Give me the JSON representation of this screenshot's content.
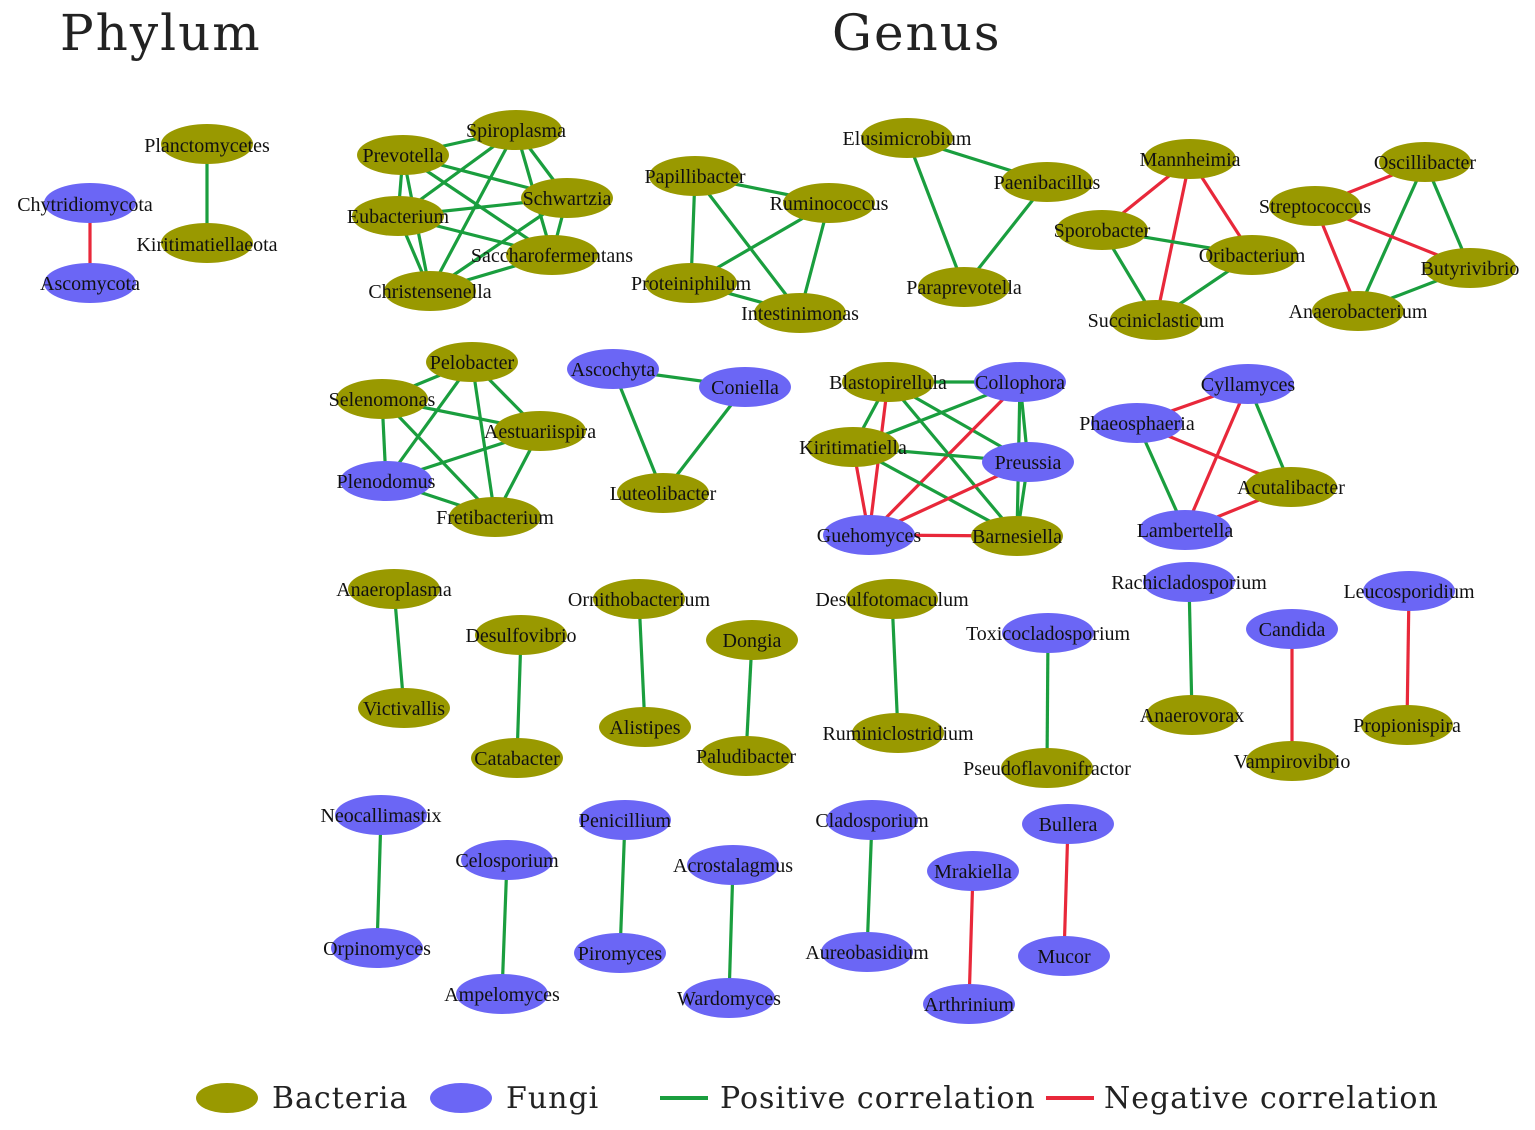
{
  "colors": {
    "bacteria": "#999900",
    "fungi": "#6b66f5",
    "positive": "#1a9e3e",
    "negative": "#e8283a"
  },
  "titles": {
    "phylum": "Phylum",
    "genus": "Genus"
  },
  "legend": [
    {
      "label": "Bacteria",
      "kind": "node",
      "type": "bacteria"
    },
    {
      "label": "Fungi",
      "kind": "node",
      "type": "fungi"
    },
    {
      "label": "Positive correlation",
      "kind": "edge",
      "sign": "positive"
    },
    {
      "label": "Negative correlation",
      "kind": "edge",
      "sign": "negative"
    }
  ],
  "nodes": [
    {
      "id": "chytridiomycota",
      "label": "Chytridiomycota",
      "type": "fungi"
    },
    {
      "id": "ascomycota",
      "label": "Ascomycota",
      "type": "fungi"
    },
    {
      "id": "planctomycetes",
      "label": "Planctomycetes",
      "type": "bacteria"
    },
    {
      "id": "kiritimatiellaeota",
      "label": "Kiritimatiellaeota",
      "type": "bacteria"
    },
    {
      "id": "prevotella",
      "label": "Prevotella",
      "type": "bacteria"
    },
    {
      "id": "spiroplasma",
      "label": "Spiroplasma",
      "type": "bacteria"
    },
    {
      "id": "eubacterium",
      "label": "Eubacterium",
      "type": "bacteria"
    },
    {
      "id": "schwartzia",
      "label": "Schwartzia",
      "type": "bacteria"
    },
    {
      "id": "saccharofermentans",
      "label": "Saccharofermentans",
      "type": "bacteria"
    },
    {
      "id": "christensenella",
      "label": "Christensenella",
      "type": "bacteria"
    },
    {
      "id": "papillibacter",
      "label": "Papillibacter",
      "type": "bacteria"
    },
    {
      "id": "ruminococcus",
      "label": "Ruminococcus",
      "type": "bacteria"
    },
    {
      "id": "proteiniphilum",
      "label": "Proteiniphilum",
      "type": "bacteria"
    },
    {
      "id": "intestinimonas",
      "label": "Intestinimonas",
      "type": "bacteria"
    },
    {
      "id": "elusimicrobium",
      "label": "Elusimicrobium",
      "type": "bacteria"
    },
    {
      "id": "paenibacillus",
      "label": "Paenibacillus",
      "type": "bacteria"
    },
    {
      "id": "paraprevotella",
      "label": "Paraprevotella",
      "type": "bacteria"
    },
    {
      "id": "mannheimia",
      "label": "Mannheimia",
      "type": "bacteria"
    },
    {
      "id": "sporobacter",
      "label": "Sporobacter",
      "type": "bacteria"
    },
    {
      "id": "oribacterium",
      "label": "Oribacterium",
      "type": "bacteria"
    },
    {
      "id": "succiniclasticum",
      "label": "Succiniclasticum",
      "type": "bacteria"
    },
    {
      "id": "oscillibacter",
      "label": "Oscillibacter",
      "type": "bacteria"
    },
    {
      "id": "streptococcus",
      "label": "Streptococcus",
      "type": "bacteria"
    },
    {
      "id": "butyrivibrio",
      "label": "Butyrivibrio",
      "type": "bacteria"
    },
    {
      "id": "anaerobacterium",
      "label": "Anaerobacterium",
      "type": "bacteria"
    },
    {
      "id": "pelobacter",
      "label": "Pelobacter",
      "type": "bacteria"
    },
    {
      "id": "selenomonas",
      "label": "Selenomonas",
      "type": "bacteria"
    },
    {
      "id": "aestuariispira",
      "label": "Aestuariispira",
      "type": "bacteria"
    },
    {
      "id": "plenodomus",
      "label": "Plenodomus",
      "type": "fungi"
    },
    {
      "id": "fretibacterium",
      "label": "Fretibacterium",
      "type": "bacteria"
    },
    {
      "id": "ascochyta",
      "label": "Ascochyta",
      "type": "fungi"
    },
    {
      "id": "coniella",
      "label": "Coniella",
      "type": "fungi"
    },
    {
      "id": "luteolibacter",
      "label": "Luteolibacter",
      "type": "bacteria"
    },
    {
      "id": "blastopirellula",
      "label": "Blastopirellula",
      "type": "bacteria"
    },
    {
      "id": "collophora",
      "label": "Collophora",
      "type": "fungi"
    },
    {
      "id": "kiritimatiella",
      "label": "Kiritimatiella",
      "type": "bacteria"
    },
    {
      "id": "preussia",
      "label": "Preussia",
      "type": "fungi"
    },
    {
      "id": "guehomyces",
      "label": "Guehomyces",
      "type": "fungi"
    },
    {
      "id": "barnesiella",
      "label": "Barnesiella",
      "type": "bacteria"
    },
    {
      "id": "cyllamyces",
      "label": "Cyllamyces",
      "type": "fungi"
    },
    {
      "id": "phaeosphaeria",
      "label": "Phaeosphaeria",
      "type": "fungi"
    },
    {
      "id": "acutalibacter",
      "label": "Acutalibacter",
      "type": "bacteria"
    },
    {
      "id": "lambertella",
      "label": "Lambertella",
      "type": "fungi"
    },
    {
      "id": "anaeroplasma",
      "label": "Anaeroplasma",
      "type": "bacteria"
    },
    {
      "id": "victivallis",
      "label": "Victivallis",
      "type": "bacteria"
    },
    {
      "id": "desulfovibrio",
      "label": "Desulfovibrio",
      "type": "bacteria"
    },
    {
      "id": "catabacter",
      "label": "Catabacter",
      "type": "bacteria"
    },
    {
      "id": "ornithobacterium",
      "label": "Ornithobacterium",
      "type": "bacteria"
    },
    {
      "id": "alistipes",
      "label": "Alistipes",
      "type": "bacteria"
    },
    {
      "id": "dongia",
      "label": "Dongia",
      "type": "bacteria"
    },
    {
      "id": "paludibacter",
      "label": "Paludibacter",
      "type": "bacteria"
    },
    {
      "id": "desulfotomaculum",
      "label": "Desulfotomaculum",
      "type": "bacteria"
    },
    {
      "id": "ruminiclostridium",
      "label": "Ruminiclostridium",
      "type": "bacteria"
    },
    {
      "id": "toxicocladosporium",
      "label": "Toxicocladosporium",
      "type": "fungi"
    },
    {
      "id": "pseudoflavonifractor",
      "label": "Pseudoflavonifractor",
      "type": "bacteria"
    },
    {
      "id": "rachicladosporium",
      "label": "Rachicladosporium",
      "type": "fungi"
    },
    {
      "id": "anaerovorax",
      "label": "Anaerovorax",
      "type": "bacteria"
    },
    {
      "id": "candida",
      "label": "Candida",
      "type": "fungi"
    },
    {
      "id": "vampirovibrio",
      "label": "Vampirovibrio",
      "type": "bacteria"
    },
    {
      "id": "leucosporidium",
      "label": "Leucosporidium",
      "type": "fungi"
    },
    {
      "id": "propionispira",
      "label": "Propionispira",
      "type": "bacteria"
    },
    {
      "id": "neocallimastix",
      "label": "Neocallimastix",
      "type": "fungi"
    },
    {
      "id": "orpinomyces",
      "label": "Orpinomyces",
      "type": "fungi"
    },
    {
      "id": "celosporium",
      "label": "Celosporium",
      "type": "fungi"
    },
    {
      "id": "ampelomyces",
      "label": "Ampelomyces",
      "type": "fungi"
    },
    {
      "id": "penicillium",
      "label": "Penicillium",
      "type": "fungi"
    },
    {
      "id": "piromyces",
      "label": "Piromyces",
      "type": "fungi"
    },
    {
      "id": "acrostalagmus",
      "label": "Acrostalagmus",
      "type": "fungi"
    },
    {
      "id": "wardomyces",
      "label": "Wardomyces",
      "type": "fungi"
    },
    {
      "id": "cladosporium",
      "label": "Cladosporium",
      "type": "fungi"
    },
    {
      "id": "aureobasidium",
      "label": "Aureobasidium",
      "type": "fungi"
    },
    {
      "id": "mrakiella",
      "label": "Mrakiella",
      "type": "fungi"
    },
    {
      "id": "arthrinium",
      "label": "Arthrinium",
      "type": "fungi"
    },
    {
      "id": "bullera",
      "label": "Bullera",
      "type": "fungi"
    },
    {
      "id": "mucor",
      "label": "Mucor",
      "type": "fungi"
    }
  ],
  "edges": [
    [
      "chytridiomycota",
      "ascomycota",
      "negative"
    ],
    [
      "planctomycetes",
      "kiritimatiellaeota",
      "positive"
    ],
    [
      "prevotella",
      "spiroplasma",
      "positive"
    ],
    [
      "prevotella",
      "eubacterium",
      "positive"
    ],
    [
      "prevotella",
      "schwartzia",
      "positive"
    ],
    [
      "prevotella",
      "saccharofermentans",
      "positive"
    ],
    [
      "prevotella",
      "christensenella",
      "positive"
    ],
    [
      "spiroplasma",
      "eubacterium",
      "positive"
    ],
    [
      "spiroplasma",
      "schwartzia",
      "positive"
    ],
    [
      "spiroplasma",
      "saccharofermentans",
      "positive"
    ],
    [
      "spiroplasma",
      "christensenella",
      "positive"
    ],
    [
      "eubacterium",
      "schwartzia",
      "positive"
    ],
    [
      "eubacterium",
      "saccharofermentans",
      "positive"
    ],
    [
      "eubacterium",
      "christensenella",
      "positive"
    ],
    [
      "schwartzia",
      "saccharofermentans",
      "positive"
    ],
    [
      "schwartzia",
      "christensenella",
      "positive"
    ],
    [
      "saccharofermentans",
      "christensenella",
      "positive"
    ],
    [
      "papillibacter",
      "ruminococcus",
      "positive"
    ],
    [
      "papillibacter",
      "proteiniphilum",
      "positive"
    ],
    [
      "papillibacter",
      "intestinimonas",
      "positive"
    ],
    [
      "ruminococcus",
      "proteiniphilum",
      "positive"
    ],
    [
      "ruminococcus",
      "intestinimonas",
      "positive"
    ],
    [
      "proteiniphilum",
      "intestinimonas",
      "positive"
    ],
    [
      "elusimicrobium",
      "paenibacillus",
      "positive"
    ],
    [
      "elusimicrobium",
      "paraprevotella",
      "positive"
    ],
    [
      "paenibacillus",
      "paraprevotella",
      "positive"
    ],
    [
      "mannheimia",
      "sporobacter",
      "negative"
    ],
    [
      "mannheimia",
      "oribacterium",
      "negative"
    ],
    [
      "mannheimia",
      "succiniclasticum",
      "negative"
    ],
    [
      "sporobacter",
      "oribacterium",
      "positive"
    ],
    [
      "sporobacter",
      "succiniclasticum",
      "positive"
    ],
    [
      "oribacterium",
      "succiniclasticum",
      "positive"
    ],
    [
      "oscillibacter",
      "streptococcus",
      "negative"
    ],
    [
      "oscillibacter",
      "butyrivibrio",
      "positive"
    ],
    [
      "oscillibacter",
      "anaerobacterium",
      "positive"
    ],
    [
      "streptococcus",
      "butyrivibrio",
      "negative"
    ],
    [
      "streptococcus",
      "anaerobacterium",
      "negative"
    ],
    [
      "butyrivibrio",
      "anaerobacterium",
      "positive"
    ],
    [
      "pelobacter",
      "selenomonas",
      "positive"
    ],
    [
      "pelobacter",
      "aestuariispira",
      "positive"
    ],
    [
      "pelobacter",
      "plenodomus",
      "positive"
    ],
    [
      "pelobacter",
      "fretibacterium",
      "positive"
    ],
    [
      "selenomonas",
      "aestuariispira",
      "positive"
    ],
    [
      "selenomonas",
      "plenodomus",
      "positive"
    ],
    [
      "selenomonas",
      "fretibacterium",
      "positive"
    ],
    [
      "aestuariispira",
      "plenodomus",
      "positive"
    ],
    [
      "aestuariispira",
      "fretibacterium",
      "positive"
    ],
    [
      "plenodomus",
      "fretibacterium",
      "positive"
    ],
    [
      "ascochyta",
      "coniella",
      "positive"
    ],
    [
      "ascochyta",
      "luteolibacter",
      "positive"
    ],
    [
      "coniella",
      "luteolibacter",
      "positive"
    ],
    [
      "blastopirellula",
      "collophora",
      "positive"
    ],
    [
      "blastopirellula",
      "kiritimatiella",
      "positive"
    ],
    [
      "blastopirellula",
      "preussia",
      "positive"
    ],
    [
      "blastopirellula",
      "guehomyces",
      "negative"
    ],
    [
      "blastopirellula",
      "barnesiella",
      "positive"
    ],
    [
      "collophora",
      "kiritimatiella",
      "positive"
    ],
    [
      "collophora",
      "preussia",
      "positive"
    ],
    [
      "collophora",
      "guehomyces",
      "negative"
    ],
    [
      "collophora",
      "barnesiella",
      "positive"
    ],
    [
      "kiritimatiella",
      "preussia",
      "positive"
    ],
    [
      "kiritimatiella",
      "guehomyces",
      "negative"
    ],
    [
      "kiritimatiella",
      "barnesiella",
      "positive"
    ],
    [
      "preussia",
      "guehomyces",
      "negative"
    ],
    [
      "preussia",
      "barnesiella",
      "positive"
    ],
    [
      "guehomyces",
      "barnesiella",
      "negative"
    ],
    [
      "cyllamyces",
      "phaeosphaeria",
      "negative"
    ],
    [
      "cyllamyces",
      "acutalibacter",
      "positive"
    ],
    [
      "cyllamyces",
      "lambertella",
      "negative"
    ],
    [
      "phaeosphaeria",
      "acutalibacter",
      "negative"
    ],
    [
      "phaeosphaeria",
      "lambertella",
      "positive"
    ],
    [
      "acutalibacter",
      "lambertella",
      "negative"
    ],
    [
      "anaeroplasma",
      "victivallis",
      "positive"
    ],
    [
      "desulfovibrio",
      "catabacter",
      "positive"
    ],
    [
      "ornithobacterium",
      "alistipes",
      "positive"
    ],
    [
      "dongia",
      "paludibacter",
      "positive"
    ],
    [
      "desulfotomaculum",
      "ruminiclostridium",
      "positive"
    ],
    [
      "toxicocladosporium",
      "pseudoflavonifractor",
      "positive"
    ],
    [
      "rachicladosporium",
      "anaerovorax",
      "positive"
    ],
    [
      "candida",
      "vampirovibrio",
      "negative"
    ],
    [
      "leucosporidium",
      "propionispira",
      "negative"
    ],
    [
      "neocallimastix",
      "orpinomyces",
      "positive"
    ],
    [
      "celosporium",
      "ampelomyces",
      "positive"
    ],
    [
      "penicillium",
      "piromyces",
      "positive"
    ],
    [
      "acrostalagmus",
      "wardomyces",
      "positive"
    ],
    [
      "cladosporium",
      "aureobasidium",
      "positive"
    ],
    [
      "mrakiella",
      "arthrinium",
      "negative"
    ],
    [
      "bullera",
      "mucor",
      "negative"
    ]
  ]
}
